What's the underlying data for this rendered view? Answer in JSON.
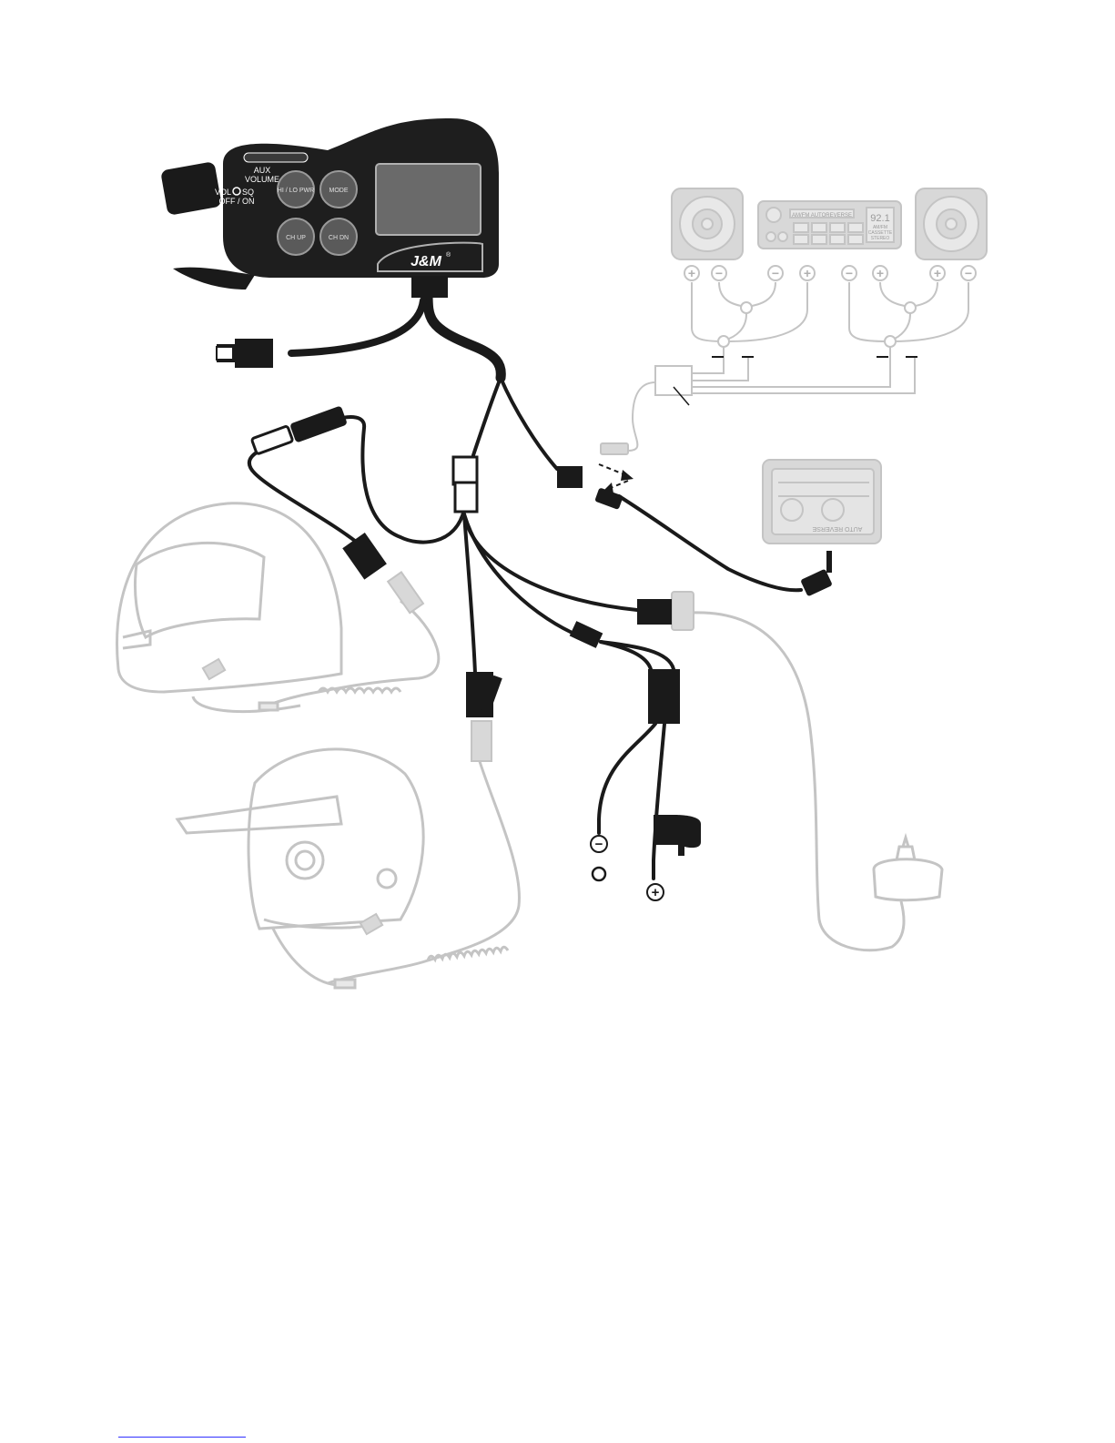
{
  "controller": {
    "buttons": [
      "HI / LO PWR",
      "MODE",
      "CH UP",
      "CH DN"
    ],
    "aux_label": [
      "AUX",
      "VOLUME"
    ],
    "knob_label": [
      "VOL",
      "SQ",
      "OFF / ON"
    ],
    "brand": "J&M",
    "registered": "®"
  },
  "stereo": {
    "tape_label": "AM/FM AUTOREVERSE",
    "display_value": "92.1",
    "display_lines": [
      "AM/FM",
      "CASSETTE",
      "STEREO"
    ]
  },
  "tape_player": {
    "label": "AUTO REVERSE"
  },
  "polarity": {
    "speaker_terminals": [
      "+",
      "−",
      "−",
      "+",
      "−",
      "+",
      "+",
      "−"
    ],
    "plus": "+",
    "minus": "−"
  },
  "colors": {
    "cable": "#1a1a1a",
    "greyed": "#bdbdbd",
    "body": "#1e1e1e",
    "footer_line": "#3030ff"
  }
}
